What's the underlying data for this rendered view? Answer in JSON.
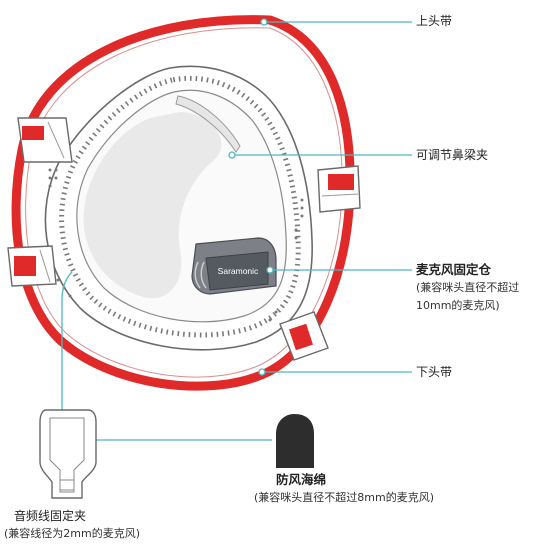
{
  "labels": {
    "upper_strap": "上头带",
    "nose_clip": "可调节鼻梁夹",
    "mic_holder": "麦克风固定仓",
    "mic_holder_note_1": "(兼容咪头直径不超过",
    "mic_holder_note_2": "10mm的麦克风)",
    "lower_strap": "下头带",
    "windscreen": "防风海绵",
    "windscreen_note": "(兼容咪头直径不超过8mm的麦克风)",
    "cable_clip": "音频线固定夹",
    "cable_clip_note": "(兼容线径为2mm的麦克风)"
  },
  "brand_text": "Saramonic",
  "colors": {
    "strap": "#e02a2a",
    "leader": "#4fb8c0",
    "outline": "#555555",
    "mic_body": "#555a60",
    "foam": "#2d2d2d"
  }
}
